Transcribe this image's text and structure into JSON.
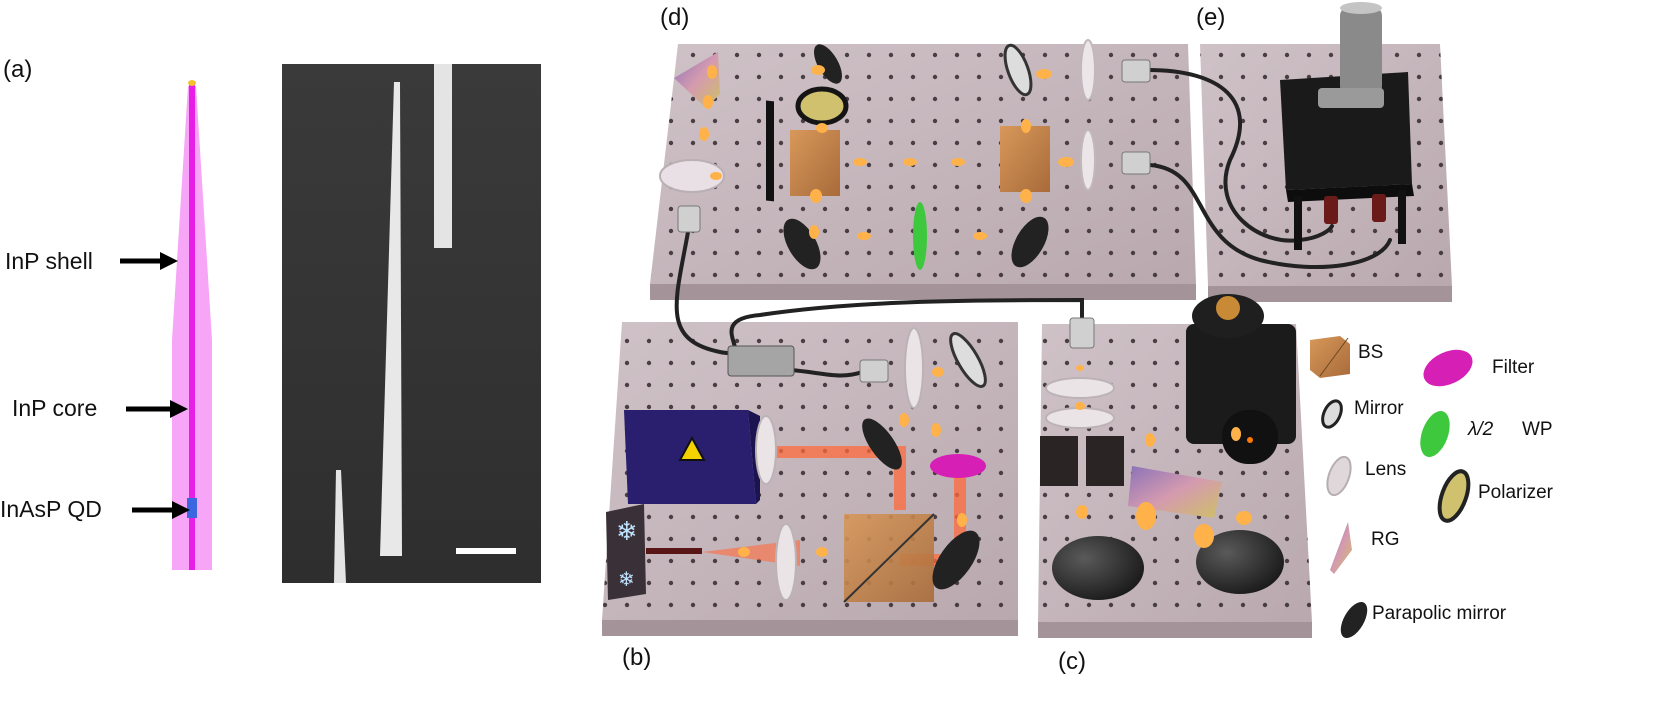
{
  "panel_labels": {
    "a": "(a)",
    "b": "(b)",
    "c": "(c)",
    "d": "(d)",
    "e": "(e)"
  },
  "nanowire_annotations": {
    "shell": "InP shell",
    "core": "InP core",
    "qd": "InAsP QD"
  },
  "legend": {
    "bs": "BS",
    "filter": "Filter",
    "mirror": "Mirror",
    "waveplate_symbol": "λ/2",
    "waveplate": "WP",
    "lens": "Lens",
    "polarizer": "Polarizer",
    "rg": "RG",
    "parabolic_mirror": "Parapolic mirror"
  },
  "colors": {
    "shell": "#f7a6f7",
    "core": "#e61ee6",
    "qd": "#3a66e0",
    "table": "#c8b9be",
    "beam": "#ff6a3d",
    "spot": "#ffb24a",
    "bs_cube": "#c98a4e",
    "filter": "#d61fb5",
    "waveplate": "#3ec83e",
    "laser": "#2a1f6e",
    "fiber": "#222222"
  }
}
